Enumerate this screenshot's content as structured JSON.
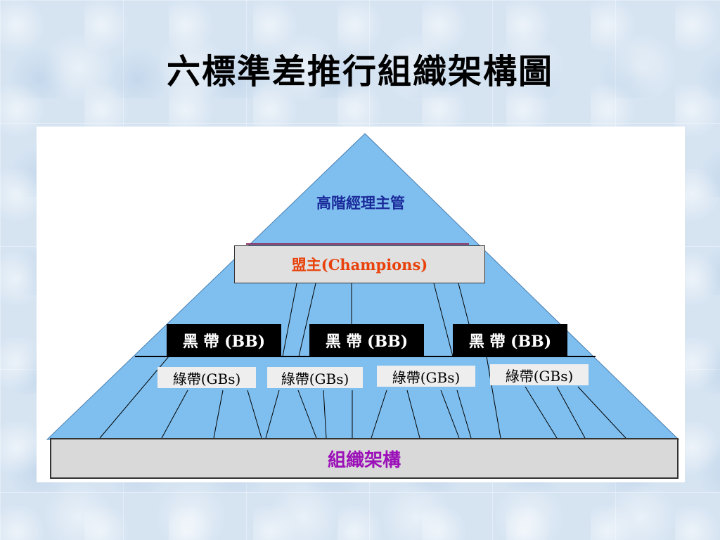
{
  "title": "六標準差推行組織架構圖",
  "diagram": {
    "top_label": "高階經理主管",
    "champions_label": "盟主(Champions)",
    "black_belts": [
      "黑 帶 (BB)",
      "黑 帶 (BB)",
      "黑 帶 (BB)"
    ],
    "green_belts": [
      "綠帶(GBs)",
      "綠帶(GBs)",
      "綠帶(GBs)",
      "綠帶(GBs)"
    ],
    "base_label": "組織架構",
    "colors": {
      "pyramid_fill": "#7fbfef",
      "top_label": "#1a2a9a",
      "champions_text": "#e8410a",
      "base_text": "#9b10b8",
      "belt_box": "#000000"
    }
  }
}
